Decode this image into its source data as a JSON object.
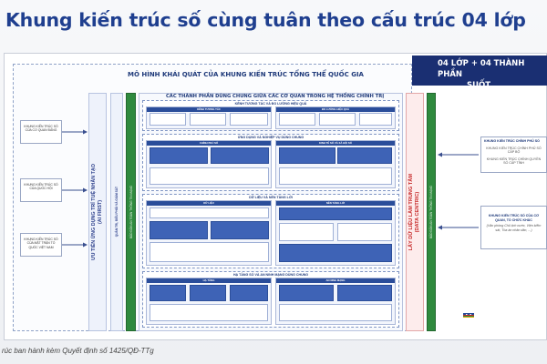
{
  "title": "Khung kiến trúc số cùng tuân theo cấu trúc 04 lớp",
  "badge": {
    "line1": "04 LỚP  +  04 THÀNH PHẦN",
    "line2": "SUỐT"
  },
  "diagram": {
    "outer_title": "MÔ HÌNH KHÁI QUÁT CỦA KHUNG KIẾN TRÚC TỔNG THỂ QUỐC GIA",
    "main_title": "CÁC THÀNH PHẦN DÙNG CHUNG GIỮA CÁC CƠ QUAN TRONG HỆ THỐNG CHÍNH TRỊ",
    "left_boxes": [
      "KHUNG KIẾN TRÚC SỐ CỦA CƠ QUAN ĐẢNG",
      "KHUNG KIẾN TRÚC SỐ CỦA QUỐC HỘI",
      "KHUNG KIẾN TRÚC SỐ CỦA MẶT TRẬN TỔ QUỐC VIỆT NAM"
    ],
    "ai_first_line1": "ƯU TIÊN ỨNG DỤNG TRÍ TUỆ NHÂN TẠO",
    "ai_first_line2": "(AI FIRST)",
    "strip2_text": "QUẢN TRỊ, ĐIỀU PHỐI VÀ GIÁM SÁT",
    "green_left_text": "BẢO ĐẢM AN TOÀN THÔNG TIN MẠNG",
    "green_right_text": "BẢO ĐẢM AN TOÀN THÔNG TIN MẠNG",
    "data_centric_line1": "LẤY DỮ LIỆU LÀM TRUNG TÂM",
    "data_centric_line2": "(DATA CENTRIC)",
    "layers": {
      "interaction": "KÊNH TƯƠNG TÁC VÀ ĐO LƯỜNG HIỆU QUẢ",
      "apps": "ỨNG DỤNG VÀ NGHIỆP VỤ DÙNG CHUNG",
      "data": "DỮ LIỆU VÀ NỀN TẢNG LỚI",
      "infra": "HẠ TẦNG SỐ VÀ AN NINH MẠNG DÙNG CHUNG"
    },
    "subs": {
      "channels": "KÊNH TƯƠNG TÁC",
      "measure": "ĐO LƯỜNG HIỆU QUẢ",
      "egov": "CHÍNH PHỦ SỐ",
      "social": "KINH TẾ SỐ VÀ XÃ HỘI SỐ",
      "data": "DỮ LIỆU",
      "platform": "NỀN TẢNG LỚI",
      "infra": "HẠ TẦNG",
      "security": "AN NINH MẠNG"
    },
    "right_boxes": [
      {
        "title": "KHUNG KIẾN TRÚC CHÍNH PHỦ SỐ",
        "items": [
          "KHUNG KIẾN TRÚC CHÍNH PHỦ SỐ CẤP BỘ",
          "KHUNG KIẾN TRÚC CHÍNH QUYỀN SỐ CẤP TỈNH"
        ]
      },
      {
        "title": "KHUNG KIẾN TRÚC SỐ CỦA CƠ QUAN, TỔ CHỨC KHÁC",
        "note": "(Văn phòng Chủ tịch nước, Viện kiểm sát, Tòa án nhân dân, ...)"
      }
    ]
  },
  "footer": "rúc ban hành kèm Quyết định số 1425/QĐ-TTg"
}
